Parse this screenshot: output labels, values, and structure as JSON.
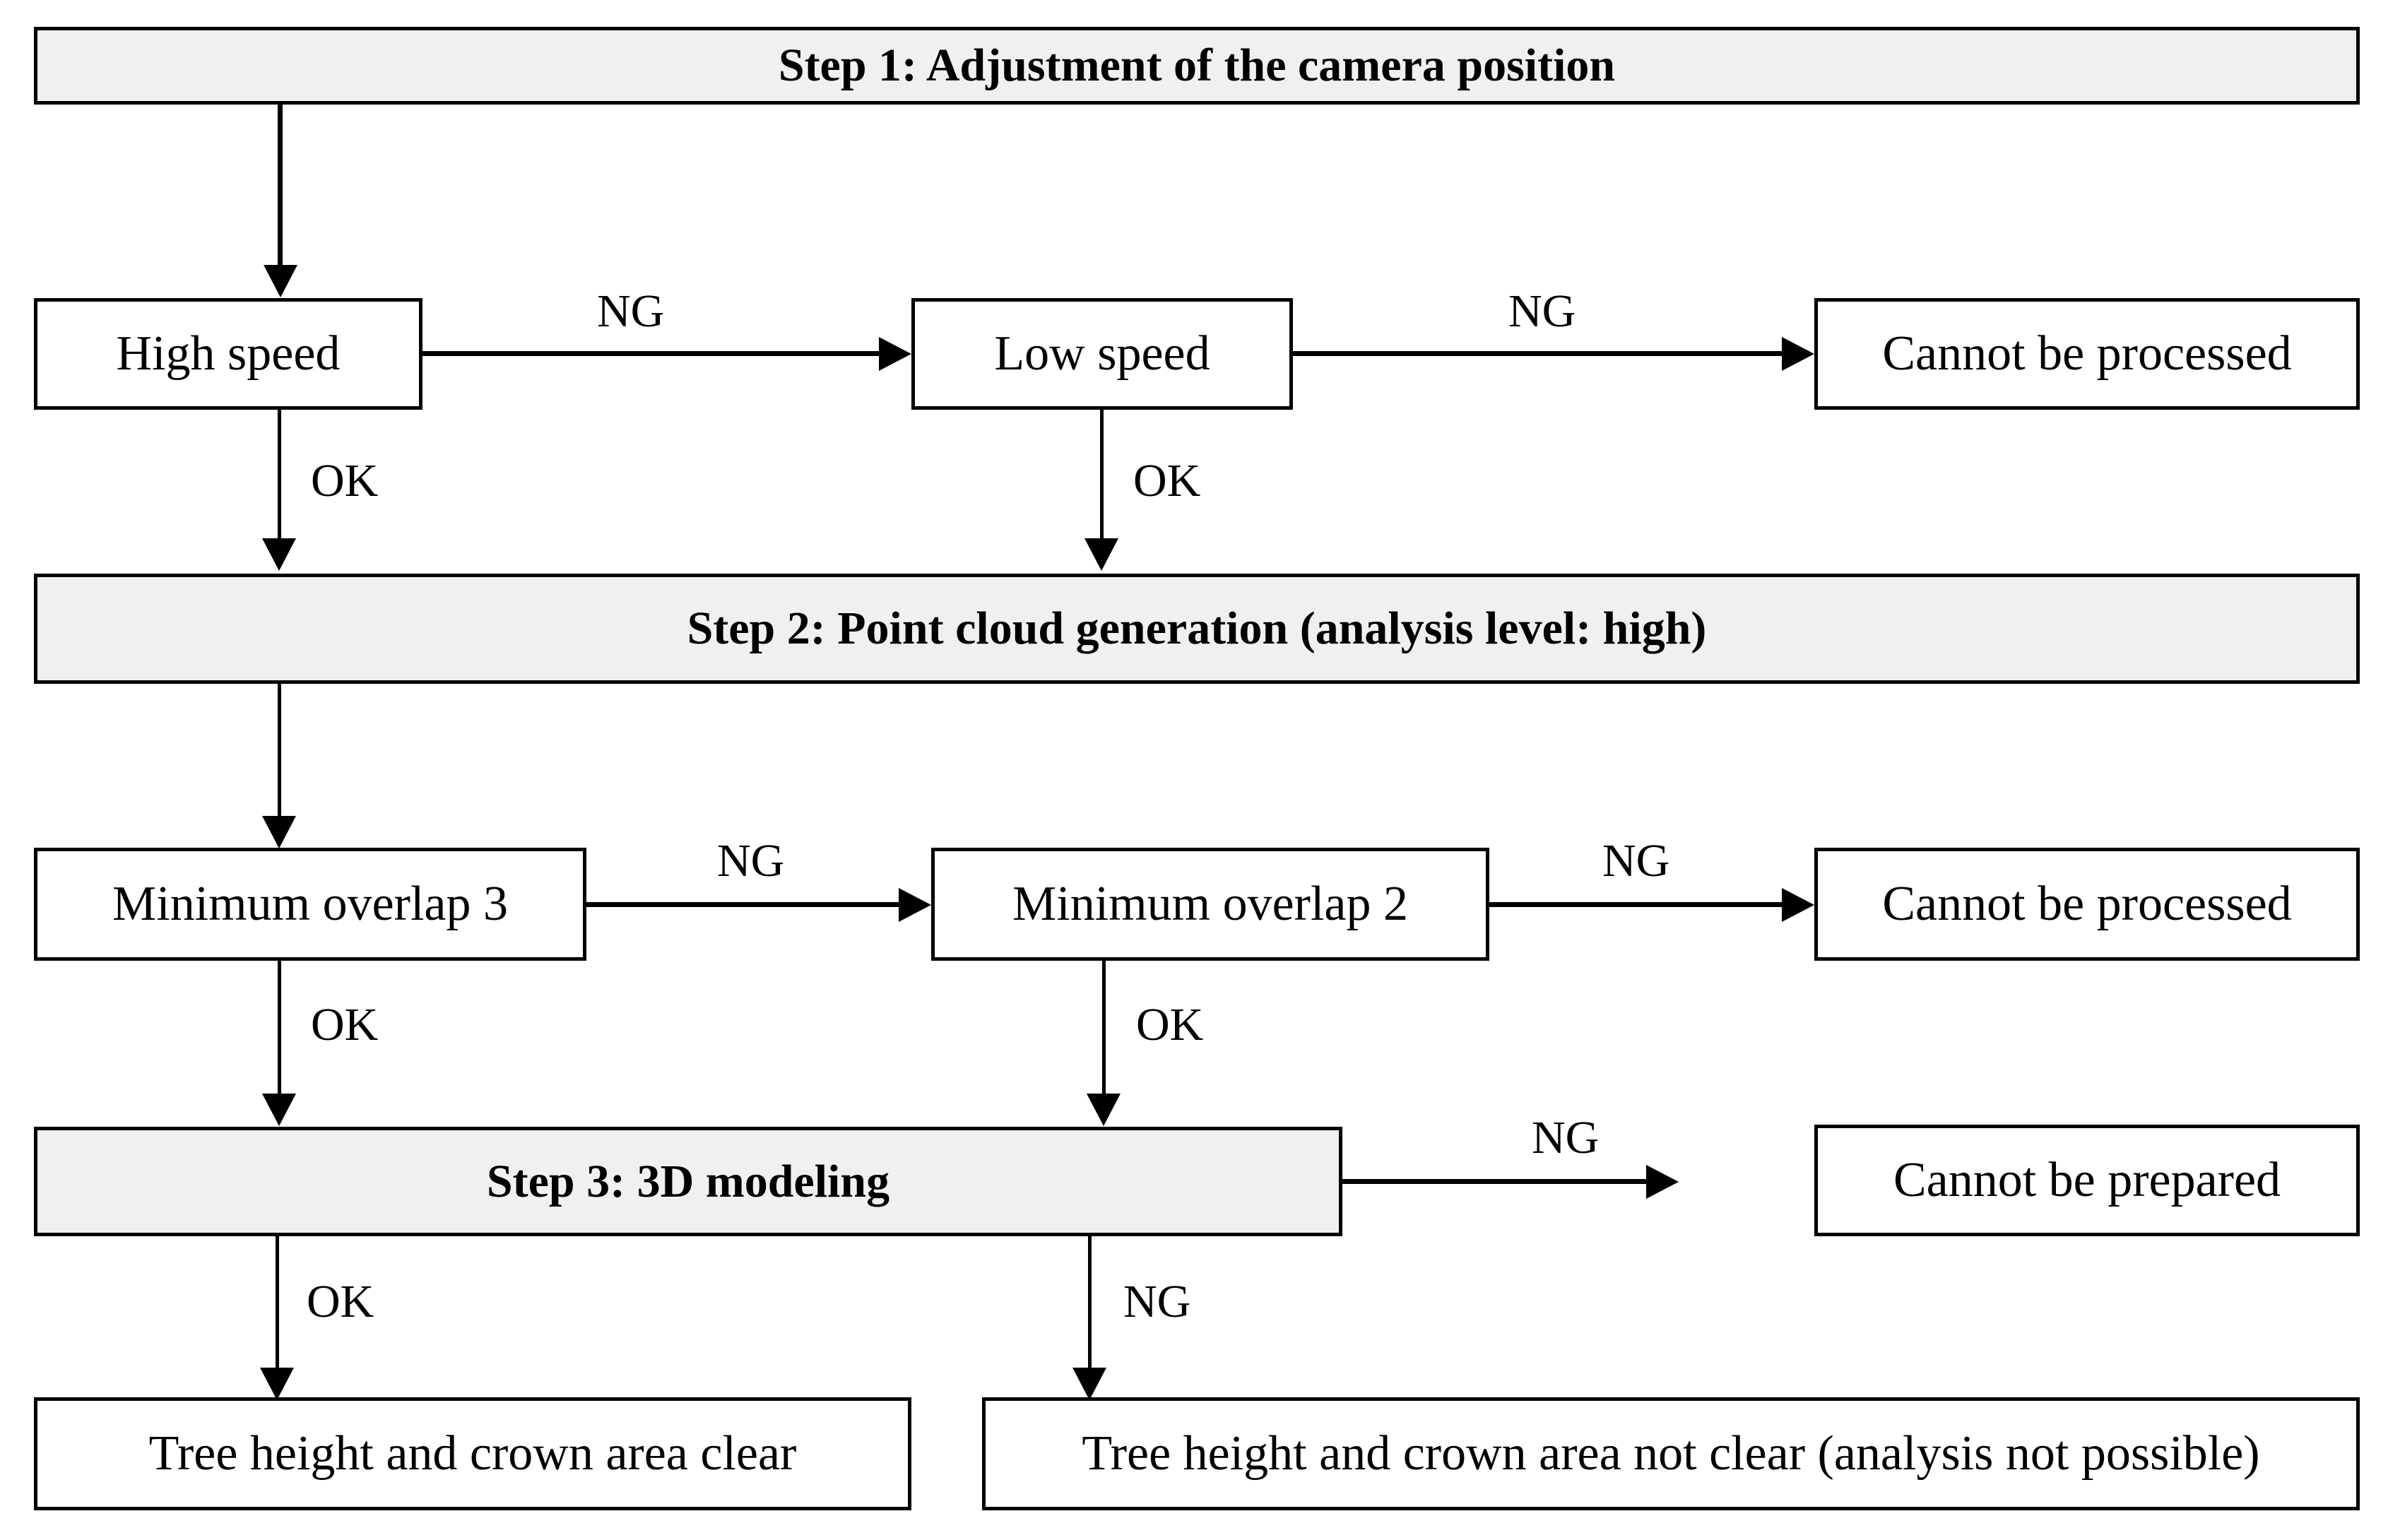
{
  "diagram": {
    "title": "Processing workflow flowchart",
    "background_color": "#ffffff",
    "stroke_color": "#000000",
    "step_fill_color": "#f0f0f0",
    "node_fill_color": "#ffffff"
  },
  "nodes": {
    "step1": {
      "label": "Step 1: Adjustment of the camera position"
    },
    "high_speed": {
      "label": "High speed"
    },
    "low_speed": {
      "label": "Low speed"
    },
    "cannot_be_processed_1": {
      "label": "Cannot be processed"
    },
    "step2": {
      "label": "Step 2: Point cloud generation (analysis level: high)"
    },
    "min_overlap_3": {
      "label": "Minimum overlap 3"
    },
    "min_overlap_2": {
      "label": "Minimum overlap 2"
    },
    "cannot_be_processed_2": {
      "label": "Cannot be processed"
    },
    "step3": {
      "label": "Step 3: 3D modeling"
    },
    "cannot_be_prepared": {
      "label": "Cannot be prepared"
    },
    "tree_clear": {
      "label": "Tree height and crown area clear"
    },
    "tree_not_clear": {
      "label": "Tree height and crown area not clear (analysis not possible)"
    }
  },
  "edge_labels": {
    "step1_to_highspeed": "",
    "highspeed_to_lowspeed": "NG",
    "lowspeed_to_cannot1": "NG",
    "highspeed_to_step2": "OK",
    "lowspeed_to_step2": "OK",
    "overlap3_to_overlap2": "NG",
    "overlap2_to_cannot2": "NG",
    "overlap3_to_step3": "OK",
    "overlap2_to_step3": "OK",
    "step3_to_cannot_prepared": "NG",
    "step3_to_tree_clear": "OK",
    "step3_to_tree_not_clear": "NG"
  }
}
